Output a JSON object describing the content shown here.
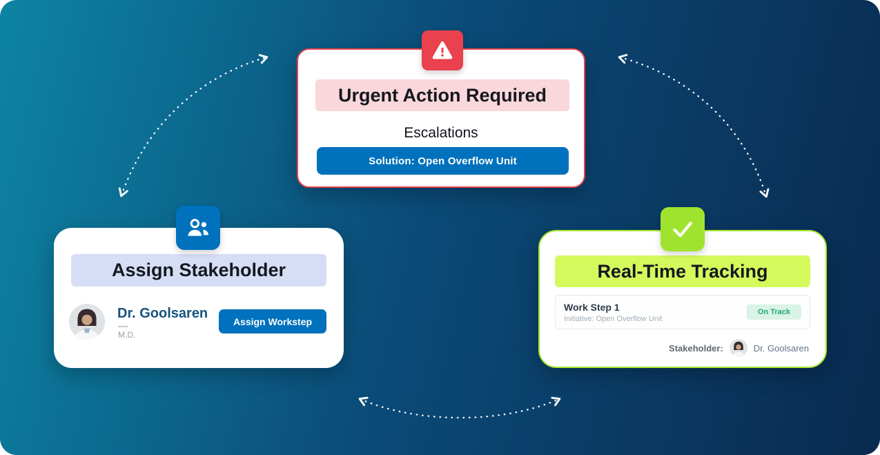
{
  "background": {
    "gradient_start": "#0d84a3",
    "gradient_end": "#092a50"
  },
  "cards": {
    "urgent": {
      "title": "Urgent Action Required",
      "subtitle": "Escalations",
      "button_label": "Solution: Open Overflow Unit",
      "icon": "warning-triangle-icon",
      "accent_color": "#e9414d",
      "title_bg_color": "#f9d7da",
      "button_color": "#0071bc"
    },
    "assign_stakeholder": {
      "title": "Assign Stakeholder",
      "person": {
        "name": "Dr. Goolsaren",
        "credential": "M.D."
      },
      "button_label": "Assign Workstep",
      "icon": "people-icon",
      "accent_color": "#0071bc",
      "title_bg_color": "#d6def6"
    },
    "tracking": {
      "title": "Real-Time Tracking",
      "work_step": {
        "name": "Work Step 1",
        "initiative": "Initiative: Open Overflow Unit",
        "status": "On Track",
        "status_color": "#23a96e"
      },
      "stakeholder_label": "Stakeholder:",
      "stakeholder_name": "Dr. Goolsaren",
      "icon": "check-icon",
      "accent_color": "#a5e52c",
      "title_bg_color": "#d4f95c"
    }
  }
}
